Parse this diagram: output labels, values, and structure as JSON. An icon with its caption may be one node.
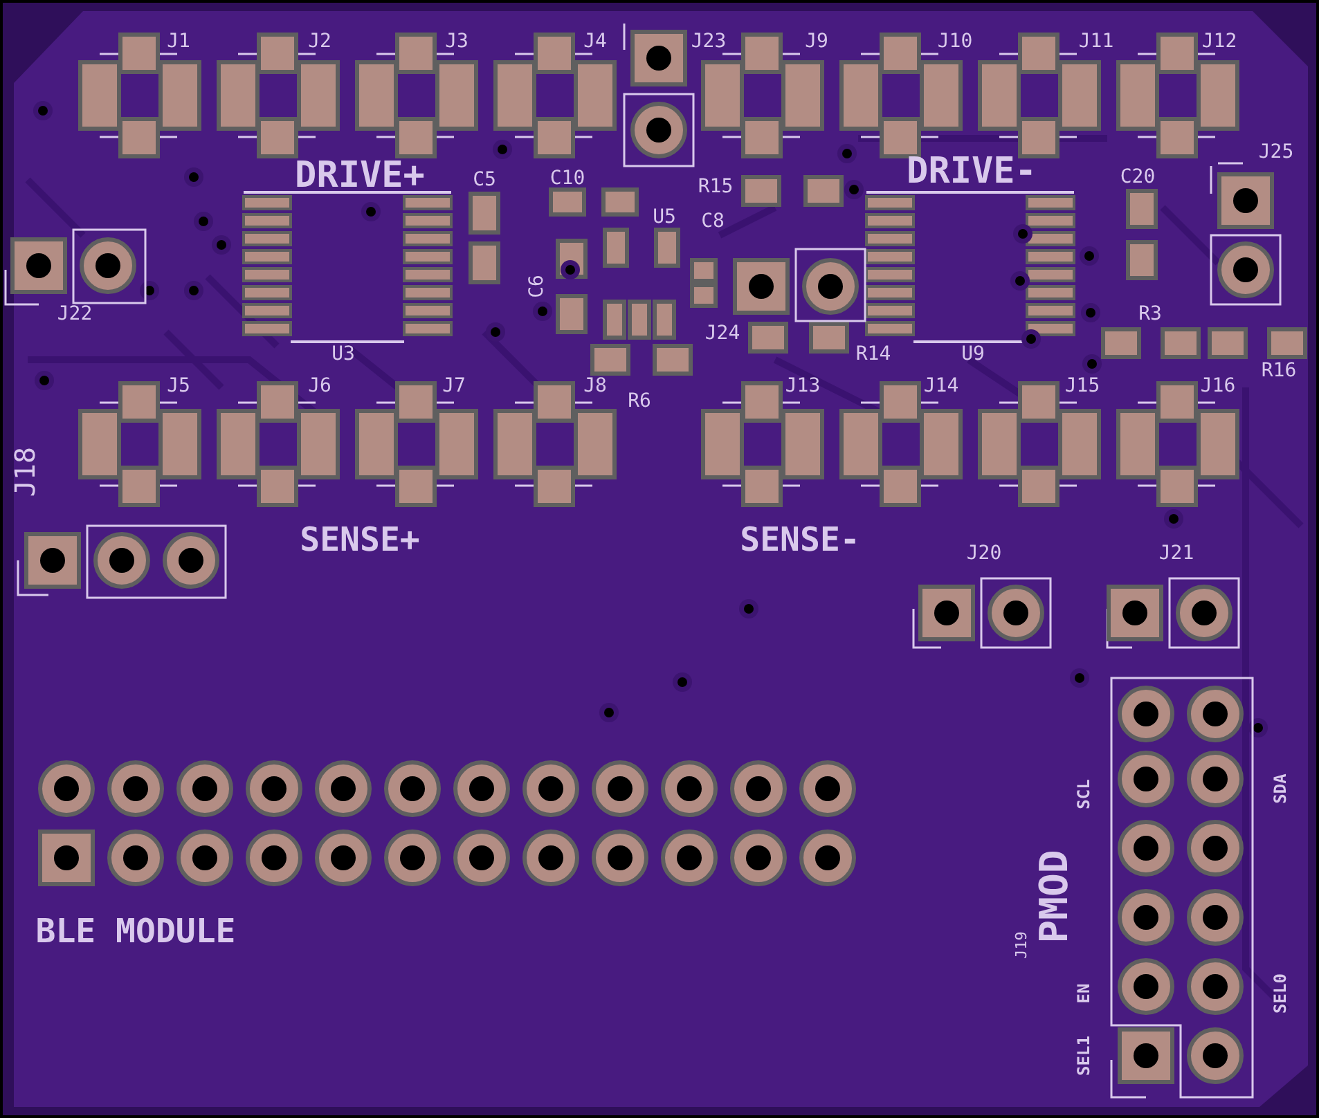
{
  "diagram": {
    "labels": [
      "J1",
      "J2",
      "J3",
      "J4",
      "J23",
      "J9",
      "J10",
      "J11",
      "J12",
      "J25",
      "DRIVE+",
      "C5",
      "C10",
      "R15",
      "DRIVE-",
      "C20",
      "U5",
      "C8",
      "J22",
      "C6",
      "J24",
      "U3",
      "R14",
      "U9",
      "R3",
      "R16",
      "R6",
      "J18",
      "J5",
      "J6",
      "J7",
      "J8",
      "J13",
      "J14",
      "J15",
      "J16",
      "SENSE+",
      "SENSE-",
      "J20",
      "J21",
      "SCL",
      "SDA",
      "J19",
      "PMOD",
      "EN",
      "SEL1",
      "SEL0",
      "BLE MODULE"
    ]
  }
}
